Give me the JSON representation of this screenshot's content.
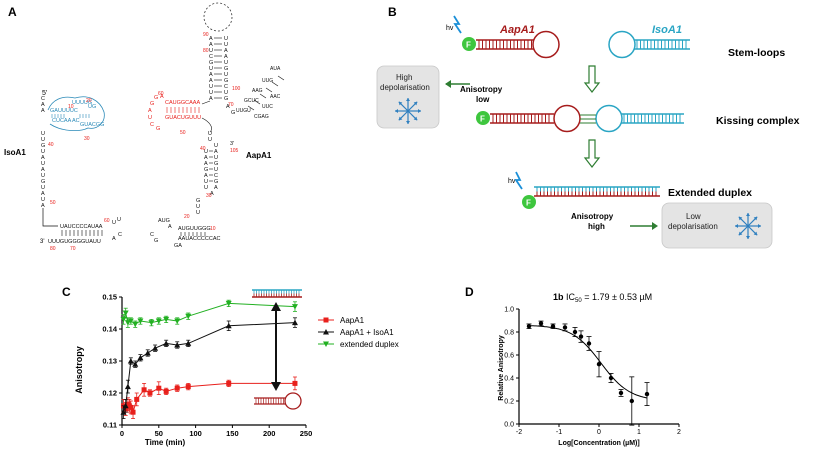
{
  "panels": {
    "a": "A",
    "b": "B",
    "c": "C",
    "d": "D"
  },
  "panel_a": {
    "isoa1_label": "IsoA1",
    "aapa1_label": "AapA1",
    "end5": "5'",
    "end3": "3'",
    "iso_numbers": [
      "10",
      "20",
      "30",
      "40",
      "50",
      "60",
      "70"
    ],
    "aap_numbers": [
      "10",
      "20",
      "30",
      "40",
      "50",
      "60",
      "70",
      "80",
      "90",
      "100",
      "105"
    ]
  },
  "panel_b": {
    "hv": "hv",
    "f": "F",
    "aapa1": "AapA1",
    "isoa1": "IsoA1",
    "stem_loops": "Stem-loops",
    "kissing_complex": "Kissing complex",
    "extended_duplex": "Extended duplex",
    "anisotropy_low": [
      "Anisotropy",
      "low"
    ],
    "anisotropy_high": [
      "Anisotropy",
      "high"
    ],
    "high_depol": [
      "High",
      "depolarisation"
    ],
    "low_depol": [
      "Low",
      "depolarisation"
    ],
    "colors": {
      "aapa1": "#a61c1c",
      "isoa1": "#2aa5c4",
      "arrow": "#2e7d32",
      "fluor": "#3ec63e"
    }
  },
  "chart_data": [
    {
      "type": "line",
      "panel": "C",
      "xlabel": "Time (min)",
      "ylabel": "Anisotropy",
      "xlim": [
        0,
        250
      ],
      "ylim": [
        0.11,
        0.15
      ],
      "xticks": [
        "0",
        "50",
        "100",
        "150",
        "200",
        "250"
      ],
      "yticks": [
        "0.11",
        "0.12",
        "0.13",
        "0.14",
        "0.15"
      ],
      "legend_position": "right",
      "series": [
        {
          "name": "AapA1",
          "color": "#e8201c",
          "marker": "square",
          "x": [
            2,
            5,
            8,
            10,
            12,
            15,
            20,
            30,
            38,
            50,
            60,
            75,
            90,
            145,
            235
          ],
          "y": [
            0.116,
            0.115,
            0.1165,
            0.116,
            0.1155,
            0.114,
            0.118,
            0.121,
            0.12,
            0.1215,
            0.1205,
            0.1215,
            0.122,
            0.123,
            0.123
          ],
          "err": [
            0.002,
            0.002,
            0.002,
            0.002,
            0.002,
            0.002,
            0.002,
            0.002,
            0.001,
            0.002,
            0.001,
            0.001,
            0.001,
            0.001,
            0.002
          ]
        },
        {
          "name": "AapA1 + IsoA1",
          "color": "#111111",
          "marker": "triangle",
          "x": [
            2,
            5,
            8,
            12,
            18,
            25,
            35,
            45,
            60,
            75,
            90,
            145,
            235
          ],
          "y": [
            0.114,
            0.116,
            0.122,
            0.13,
            0.129,
            0.131,
            0.1325,
            0.134,
            0.1355,
            0.135,
            0.1355,
            0.141,
            0.142
          ],
          "err": [
            0.002,
            0.002,
            0.002,
            0.001,
            0.001,
            0.001,
            0.001,
            0.001,
            0.001,
            0.001,
            0.001,
            0.0015,
            0.0015
          ]
        },
        {
          "name": "extended duplex",
          "color": "#22b022",
          "marker": "triangle-down",
          "x": [
            2,
            5,
            8,
            12,
            18,
            25,
            40,
            50,
            60,
            75,
            90,
            145,
            235
          ],
          "y": [
            0.143,
            0.145,
            0.142,
            0.1425,
            0.1415,
            0.1425,
            0.142,
            0.1425,
            0.143,
            0.1425,
            0.144,
            0.148,
            0.147
          ],
          "err": [
            0.0015,
            0.0015,
            0.0015,
            0.001,
            0.001,
            0.001,
            0.001,
            0.001,
            0.001,
            0.001,
            0.001,
            0.001,
            0.0015
          ]
        }
      ]
    },
    {
      "type": "scatter",
      "panel": "D",
      "title_compound": "1b",
      "title_rest": " IC",
      "title_sub": "50",
      "title_value": " = 1.79 ± 0.53 µM",
      "xlabel": "Log[Concentration (µM)]",
      "ylabel": "Relative Anisotropy",
      "xlim": [
        -2,
        2
      ],
      "ylim": [
        0,
        1.0
      ],
      "xticks": [
        "-2",
        "-1",
        "0",
        "1",
        "2"
      ],
      "yticks": [
        "0.0",
        "0.2",
        "0.4",
        "0.6",
        "0.8",
        "1.0"
      ],
      "points": {
        "x": [
          -1.75,
          -1.45,
          -1.15,
          -0.85,
          -0.6,
          -0.45,
          -0.25,
          0.0,
          0.3,
          0.55,
          0.82,
          1.2
        ],
        "y": [
          0.85,
          0.875,
          0.85,
          0.84,
          0.8,
          0.76,
          0.7,
          0.52,
          0.4,
          0.27,
          0.2,
          0.26
        ],
        "err": [
          0.02,
          0.02,
          0.02,
          0.03,
          0.04,
          0.05,
          0.06,
          0.11,
          0.04,
          0.03,
          0.21,
          0.1
        ]
      },
      "fit": {
        "top": 0.86,
        "bottom": 0.2,
        "logic50": 0.05,
        "hill": 1.2
      }
    }
  ]
}
